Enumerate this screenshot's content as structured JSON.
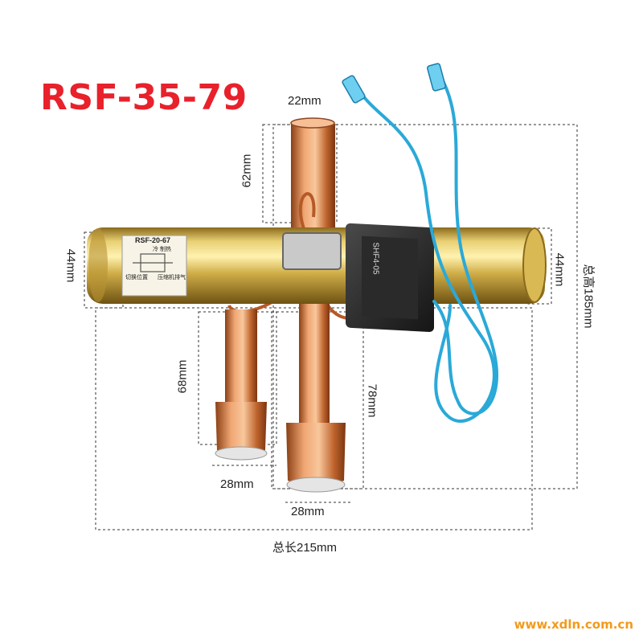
{
  "title": "RSF-35-79",
  "dimensions": {
    "top_tube_diameter": "22mm",
    "top_tube_height": "62mm",
    "left_end_diameter": "44mm",
    "right_end_diameter": "44mm",
    "total_height": "总高185mm",
    "left_pipe_length": "68mm",
    "middle_pipe_length": "78mm",
    "left_pipe_diameter": "28mm",
    "middle_pipe_diameter": "28mm",
    "total_length": "总长215mm"
  },
  "valve_label": {
    "model": "RSF-20-67",
    "line1": "冷 制热",
    "line2": "切换位置",
    "line3": "压缩机排气"
  },
  "coil_label": "SHF4-05",
  "watermark": "www.xdln.com.cn",
  "colors": {
    "title": "#e8212b",
    "brass": "#c9a43a",
    "copper": "#c8733d",
    "wire": "#2aa9d8",
    "watermark": "#f39a1a"
  }
}
